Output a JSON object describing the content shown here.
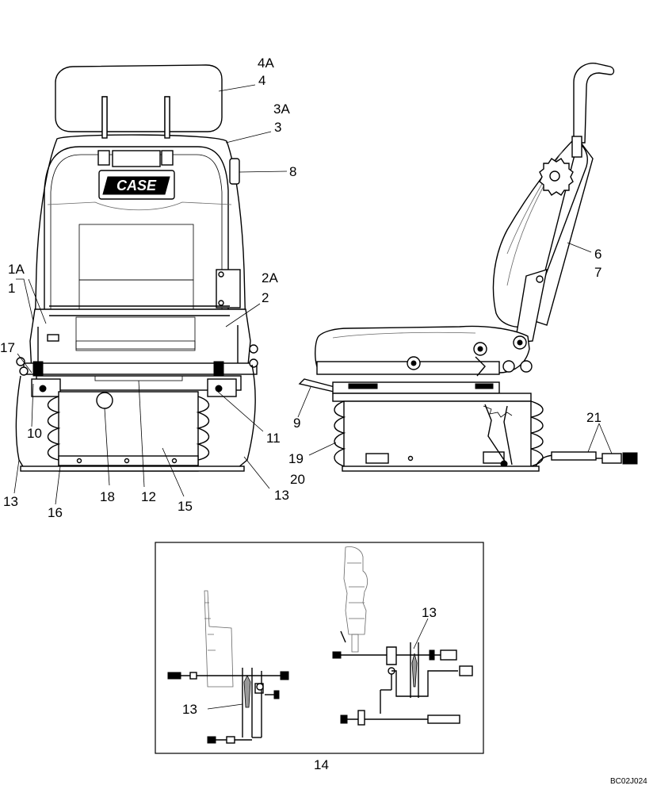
{
  "logo_text": "CASE",
  "inset_caption": "14",
  "drawing_ref": "BC02J024",
  "callouts": {
    "c4a": "4A",
    "c4": "4",
    "c3a": "3A",
    "c3": "3",
    "c8": "8",
    "c1a": "1A",
    "c1": "1",
    "c2a": "2A",
    "c2": "2",
    "c17": "17",
    "c10": "10",
    "c11": "11",
    "c13a": "13",
    "c13b": "13",
    "c16": "16",
    "c18": "18",
    "c12": "12",
    "c15": "15",
    "c6": "6",
    "c7": "7",
    "c9": "9",
    "c19": "19",
    "c20": "20",
    "c21": "21",
    "c13c": "13",
    "c13d": "13"
  }
}
